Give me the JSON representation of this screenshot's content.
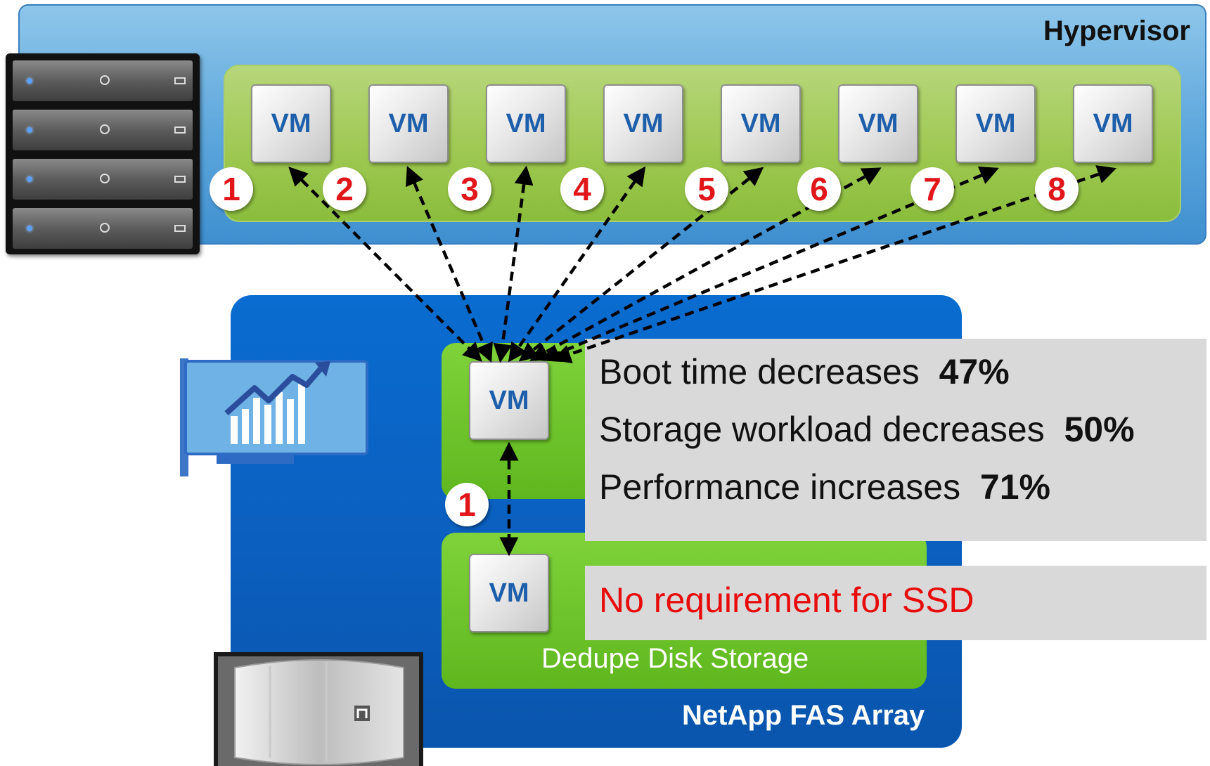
{
  "hypervisor": {
    "label": "Hypervisor"
  },
  "vm_tray": {
    "vms": [
      {
        "label": "VM"
      },
      {
        "label": "VM"
      },
      {
        "label": "VM"
      },
      {
        "label": "VM"
      },
      {
        "label": "VM"
      },
      {
        "label": "VM"
      },
      {
        "label": "VM"
      },
      {
        "label": "VM"
      }
    ],
    "badges": [
      "1",
      "2",
      "3",
      "4",
      "5",
      "6",
      "7",
      "8"
    ]
  },
  "fas_array": {
    "label": "NetApp FAS Array",
    "cache_vm_label": "VM",
    "disk_vm_label": "VM",
    "disk_storage_label": "Dedupe Disk Storage",
    "read_badge": "1"
  },
  "stats": {
    "boot_time": {
      "label": "Boot time decreases",
      "value": "47%"
    },
    "storage_workload": {
      "label": "Storage workload decreases",
      "value": "50%"
    },
    "performance": {
      "label": "Performance increases",
      "value": "71%"
    }
  },
  "ssd_note": "No requirement for SSD",
  "colors": {
    "hypervisor_blue": "#5ca6dc",
    "tray_green": "#9cc74f",
    "fas_blue": "#0b5ebd",
    "storage_green": "#6cc42a",
    "badge_red": "#e0161b",
    "vm_text_blue": "#1d5fab",
    "callout_grey": "#d9d9d9",
    "ssd_red": "#e80b0b"
  },
  "icons": [
    "server-rack-icon",
    "flash-card-icon",
    "netapp-appliance-icon"
  ]
}
